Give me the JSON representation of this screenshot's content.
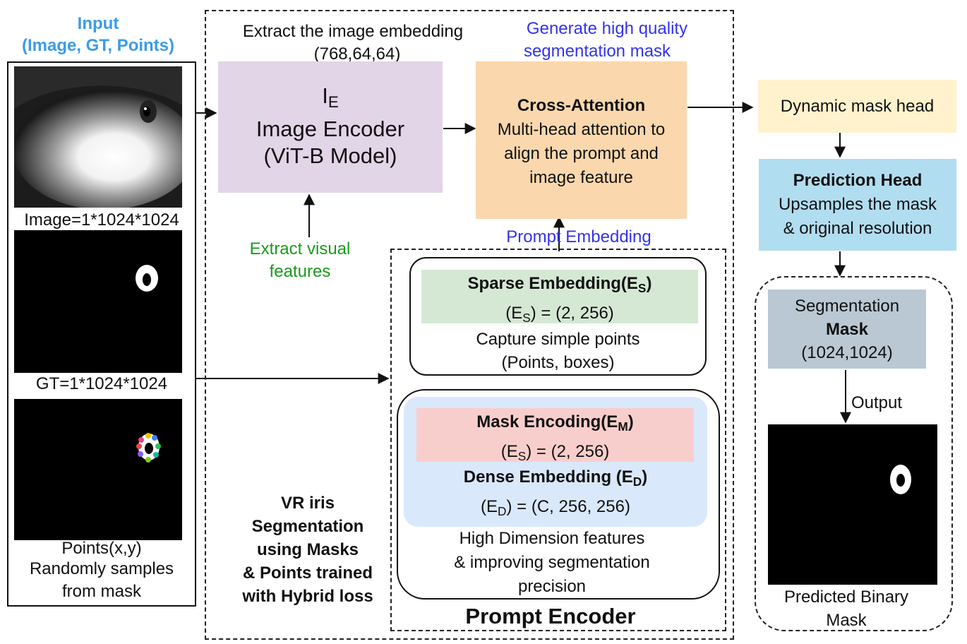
{
  "input": {
    "title_line1": "Input",
    "title_line2": "(Image, GT, Points)",
    "image_label": "Image=1*1024*1024",
    "gt_label": "GT=1*1024*1024",
    "points_label": "Points(x,y)",
    "points_desc_line1": "Randomly samples",
    "points_desc_line2": "from mask"
  },
  "image_encoder": {
    "top_note_line1": "Extract the image embedding",
    "top_note_line2": "(768,64,64)",
    "symbol": "I",
    "symbol_sub": "E",
    "line1": "Image Encoder",
    "line2": "(ViT-B Model)",
    "bottom_note_line1": "Extract visual",
    "bottom_note_line2": "features"
  },
  "cross_attention": {
    "top_note_line1": "Generate high quality",
    "top_note_line2": "segmentation mask",
    "title": "Cross-Attention",
    "line1": "Multi-head attention to",
    "line2": "align the prompt and",
    "line3": "image feature",
    "prompt_embedding_label": "Prompt Embedding"
  },
  "prompt_encoder": {
    "title": "Prompt Encoder",
    "sparse_title": "Sparse Embedding(E",
    "sparse_title_sub": "S",
    "sparse_title_end": ")",
    "sparse_formula_pre": "(E",
    "sparse_formula_sub": "S",
    "sparse_formula_post": ") = (2, 256)",
    "sparse_desc_line1": "Capture simple points",
    "sparse_desc_line2": "(Points, boxes)",
    "mask_title": "Mask Encoding(E",
    "mask_title_sub": "M",
    "mask_title_end": ")",
    "mask_formula_pre": "(E",
    "mask_formula_sub": "S",
    "mask_formula_post": ") = (2, 256)",
    "dense_title": "Dense Embedding (E",
    "dense_title_sub": "D",
    "dense_title_end": ")",
    "dense_formula_pre": "(E",
    "dense_formula_sub": "D",
    "dense_formula_post": ") = (C, 256, 256)",
    "dense_desc_line1": "High Dimension features",
    "dense_desc_line2": "& improving segmentation",
    "dense_desc_line3": "precision"
  },
  "caption": {
    "line1": "VR iris",
    "line2": "Segmentation",
    "line3": "using Masks",
    "line4": "& Points trained",
    "line5": "with Hybrid loss"
  },
  "dynamic_mask_head": {
    "label": "Dynamic mask head"
  },
  "prediction_head": {
    "title": "Prediction Head",
    "line1": "Upsamples the mask",
    "line2": "& original resolution"
  },
  "output": {
    "seg_line1": "Segmentation",
    "seg_line2": "Mask",
    "seg_line3": "(1024,1024)",
    "output_label": "Output",
    "pred_line1": "Predicted Binary",
    "pred_line2": "Mask"
  },
  "colors": {
    "input_title": "#3d9be9",
    "green_note": "#1a9a1a",
    "blue_note": "#3333ee",
    "image_encoder_fill": "#e1d5e7",
    "cross_attention_fill": "#fad7ac",
    "sparse_fill": "#d5e8d4",
    "mask_fill": "#f8cecc",
    "dense_fill": "#dae8fc",
    "dynamic_head_fill": "#fff2cc",
    "prediction_head_fill": "#b1ddf0",
    "segmentation_mask_fill": "#bac8d3"
  },
  "icons": [
    "eye-image",
    "gt-mask-image",
    "points-image",
    "predicted-mask-image"
  ]
}
